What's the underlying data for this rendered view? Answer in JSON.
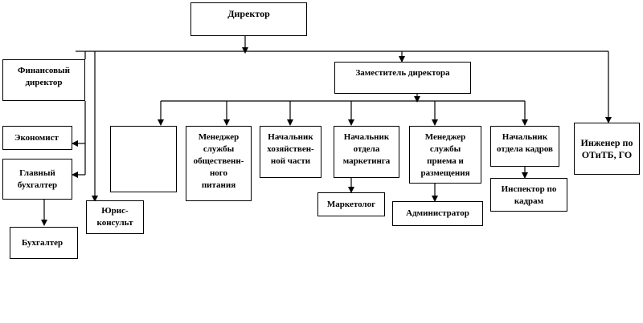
{
  "org_chart": {
    "director": "Директор",
    "financial_director": "Финансовый\nдиректор",
    "deputy_director": "Заместитель директора",
    "economist": "Экономист",
    "chief_accountant": "Главный\nбухгалтер",
    "accountant": "Бухгалтер",
    "legal_counsel": "Юрис-\nконсульт",
    "empty_unit": "",
    "catering_manager": "Менеджер\nслужбы\nобщественн-\nного\nпитания",
    "facilities_head": "Начальник\nхозяйствен-\nной части",
    "marketing_head": "Начальник\nотдела\nмаркетинга",
    "marketer": "Маркетолог",
    "reception_manager": "Менеджер\nслужбы\nприема и\nразмещения",
    "administrator": "Администратор",
    "hr_head": "Начальник\nотдела кадров",
    "hr_inspector": "Инспектор по\nкадрам",
    "safety_engineer": "Инженер по\nОТиТБ, ГО"
  }
}
